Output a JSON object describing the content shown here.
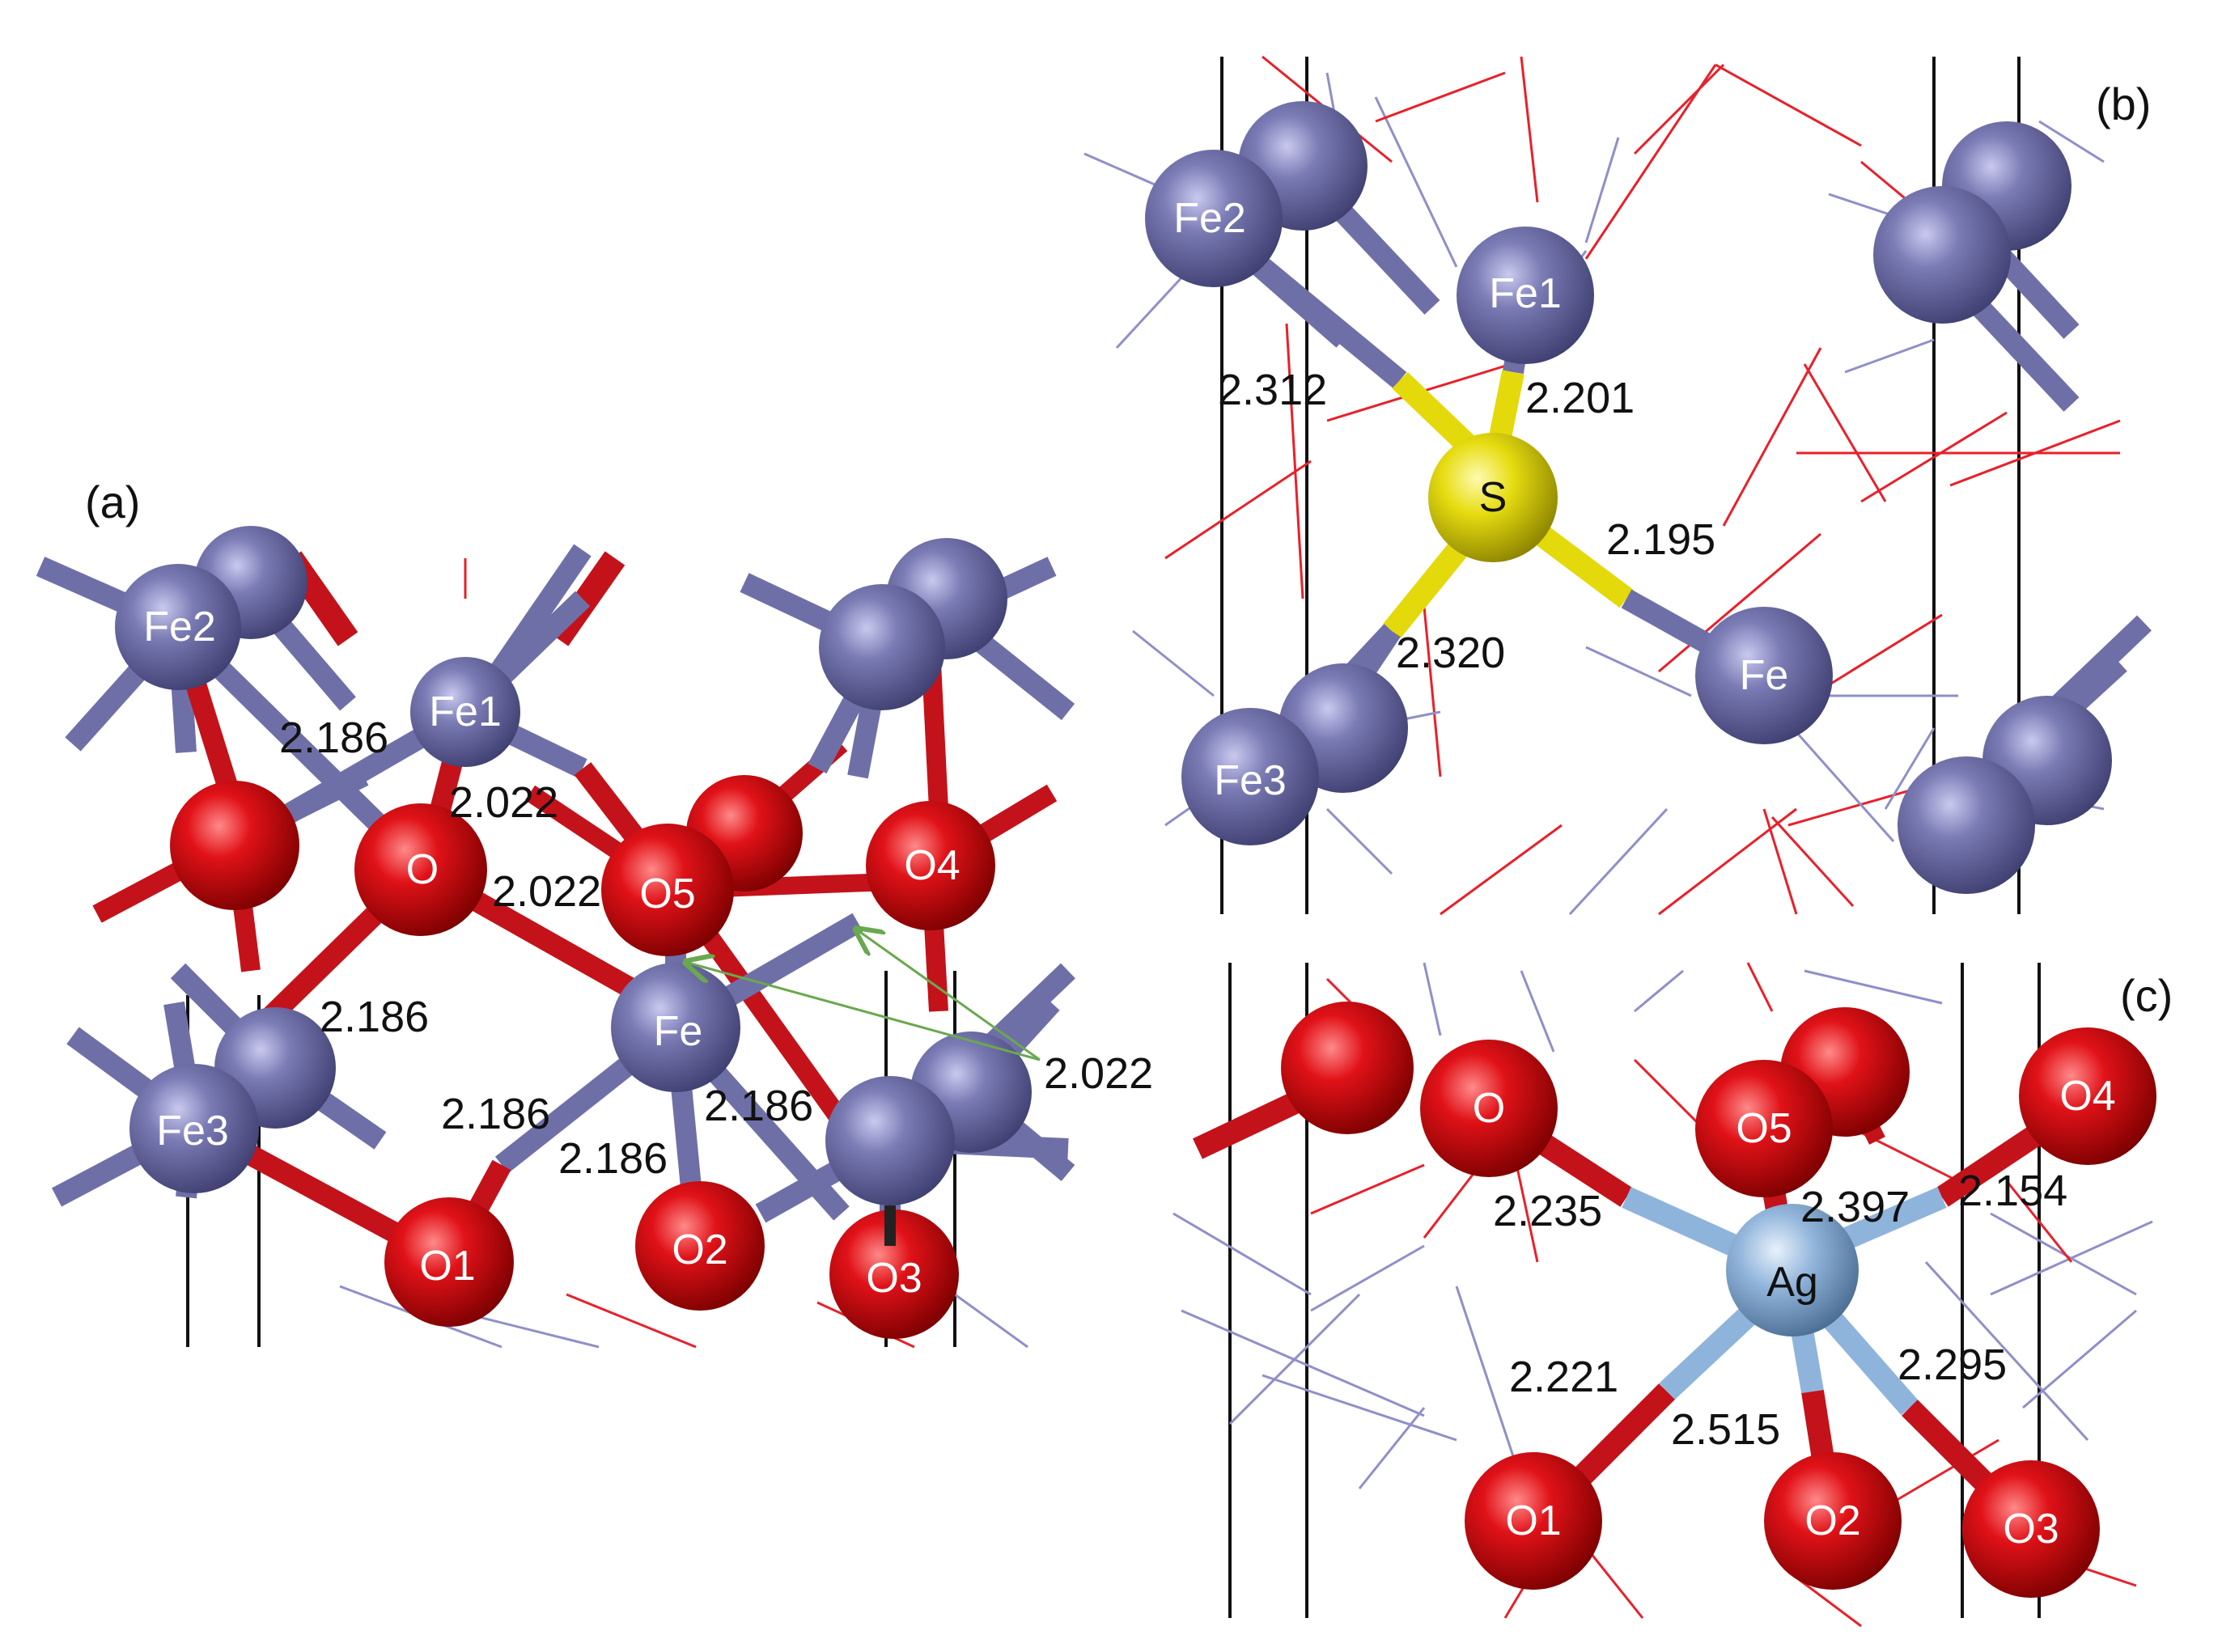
{
  "panels": {
    "a": {
      "label": "(a)",
      "atoms": {
        "fe2": "Fe2",
        "fe1": "Fe1",
        "o": "O",
        "o5": "O5",
        "o4": "O4",
        "fe": "Fe",
        "fe3": "Fe3",
        "o1": "O1",
        "o2": "O2",
        "o3": "O3"
      },
      "distances": {
        "d_fe1_top": "2.186",
        "d_fe1_o": "2.022",
        "d_o_fe": "2.022",
        "d_fe3": "2.186",
        "d_left_low": "2.186",
        "d_mid_low": "2.186",
        "d_right_low": "2.186",
        "d_arrow": "2.022"
      }
    },
    "b": {
      "label": "(b)",
      "atoms": {
        "fe2": "Fe2",
        "fe1": "Fe1",
        "s": "S",
        "fe": "Fe",
        "fe3": "Fe3"
      },
      "distances": {
        "d_fe2_s": "2.312",
        "d_fe1_s": "2.201",
        "d_fe_s": "2.195",
        "d_fe3_s": "2.320"
      }
    },
    "c": {
      "label": "(c)",
      "atoms": {
        "o": "O",
        "o5": "O5",
        "o4": "O4",
        "ag": "Ag",
        "o1": "O1",
        "o2": "O2",
        "o3": "O3"
      },
      "distances": {
        "d_o": "2.235",
        "d_o5": "2.397",
        "d_o4": "2.154",
        "d_o1": "2.221",
        "d_o2": "2.515",
        "d_o3": "2.295"
      }
    }
  },
  "colors": {
    "fe_atom": "#6f6fa8",
    "o_atom": "#d10f14",
    "s_atom": "#e4d90a",
    "ag_atom": "#8fb4dc",
    "arrow": "#6aa84f"
  }
}
